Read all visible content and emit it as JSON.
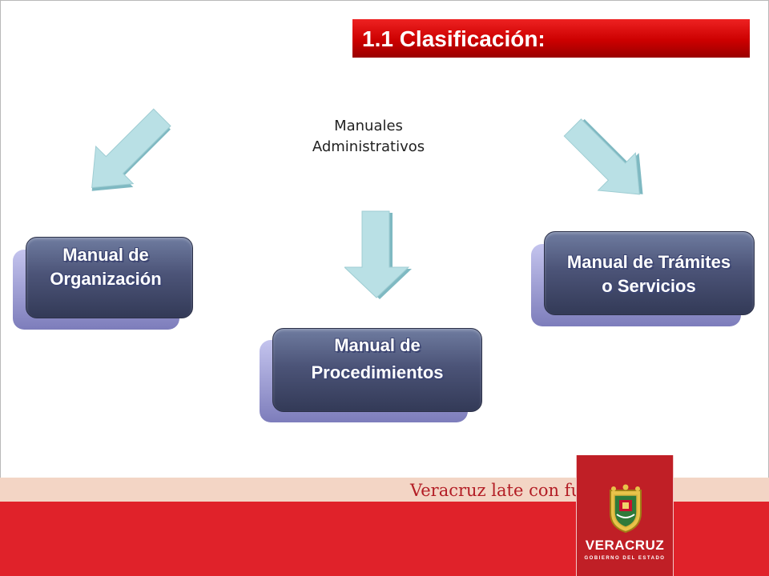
{
  "title": "1.1 Clasificación:",
  "root": {
    "line1": "Manuales",
    "line2": "Administrativos"
  },
  "boxes": {
    "organizacion": {
      "line1": "Manual de",
      "line2": "Organización"
    },
    "procedimientos": {
      "line1": "Manual de",
      "line2": "Procedimientos"
    },
    "tramites": {
      "line1": "Manual de Trámites",
      "line2": "o Servicios"
    }
  },
  "footer": {
    "slogan": "Veracruz late con fuerza",
    "logo_name": "VERACRUZ",
    "logo_sub": "GOBIERNO DEL ESTADO"
  },
  "colors": {
    "title_red": "#cc0000",
    "box_dark": "#4c5478",
    "box_light": "#a9a9e0",
    "arrow": "#b5dde2",
    "footer_red": "#e0222a"
  }
}
